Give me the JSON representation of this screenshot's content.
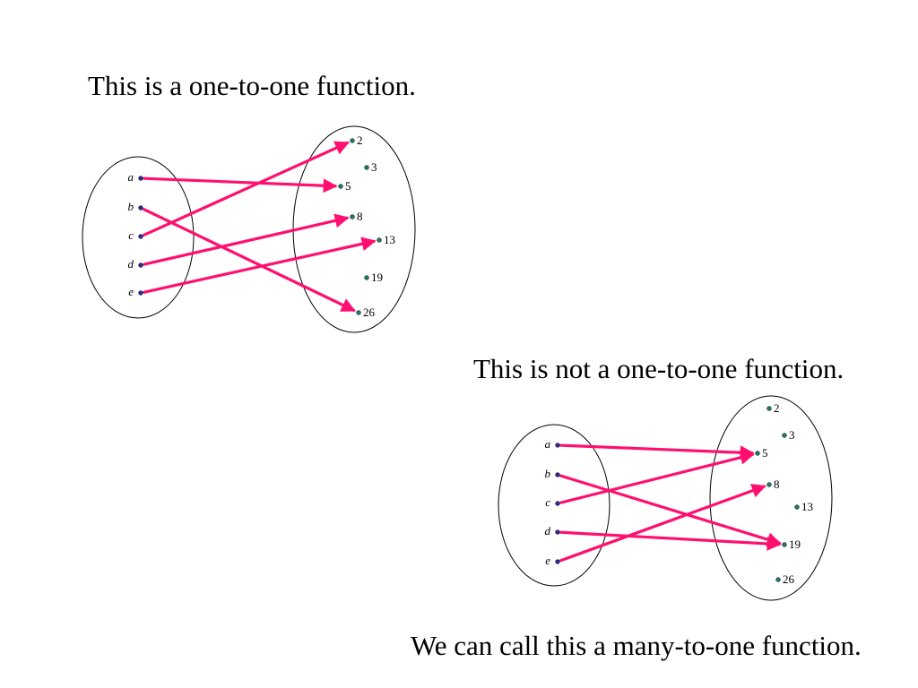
{
  "headings": {
    "one_to_one": "This is a one-to-one function.",
    "not_one_to_one": "This is not a one-to-one function.",
    "many_to_one": "We can call this a many-to-one function."
  },
  "colors": {
    "arrow": "#ff0f6f",
    "domain_dot": "#2a2aa0",
    "codomain_dot": "#1e7a6a",
    "outline": "#000000"
  },
  "diagrams": [
    {
      "id": "one-to-one",
      "domain": [
        "a",
        "b",
        "c",
        "d",
        "e"
      ],
      "codomain": [
        "2",
        "3",
        "5",
        "8",
        "13",
        "19",
        "26"
      ],
      "mapping": [
        [
          "a",
          "5"
        ],
        [
          "b",
          "26"
        ],
        [
          "c",
          "2"
        ],
        [
          "d",
          "8"
        ],
        [
          "e",
          "13"
        ]
      ]
    },
    {
      "id": "many-to-one",
      "domain": [
        "a",
        "b",
        "c",
        "d",
        "e"
      ],
      "codomain": [
        "2",
        "3",
        "5",
        "8",
        "13",
        "19",
        "26"
      ],
      "mapping": [
        [
          "a",
          "5"
        ],
        [
          "b",
          "19"
        ],
        [
          "c",
          "5"
        ],
        [
          "d",
          "19"
        ],
        [
          "e",
          "8"
        ]
      ]
    }
  ]
}
